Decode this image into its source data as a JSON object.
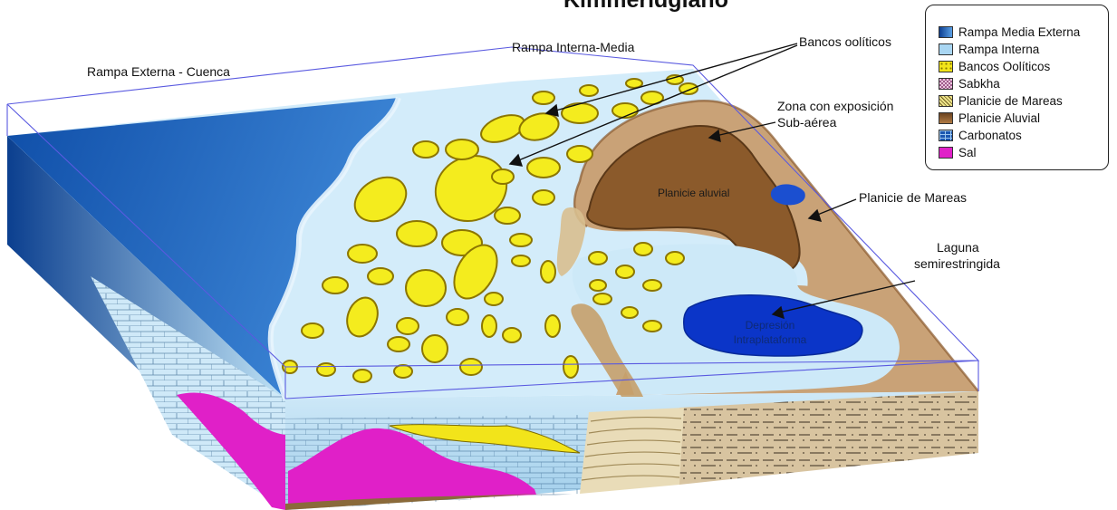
{
  "title": "Kimmeridgiano",
  "labels": {
    "rampa_externa": "Rampa Externa - Cuenca",
    "rampa_interna": "Rampa Interna-Media",
    "bancos": "Bancos oolíticos",
    "zona_line1": "Zona con exposición",
    "zona_line2": "Sub-aérea",
    "planicie_mareas": "Planicie de Mareas",
    "laguna_line1": "Laguna",
    "laguna_line2": "semirestringida",
    "planicie_aluvial": "Planicie aluvial",
    "depresion_line1": "Depresión",
    "depresion_line2": "Intraplataforma"
  },
  "legend": [
    {
      "label": "Rampa Media Externa",
      "color": "#1f63b8",
      "icon": "dark-blue-gradient-swatch"
    },
    {
      "label": "Rampa Interna",
      "color": "#a9d6f2",
      "icon": "light-blue-swatch"
    },
    {
      "label": "Bancos Oolíticos",
      "color": "#f2e41a",
      "icon": "yellow-dotted-swatch"
    },
    {
      "label": "Sabkha",
      "color": "#d9a3c8",
      "icon": "pink-checker-swatch"
    },
    {
      "label": "Planicie de Mareas",
      "color": "#e6df7a",
      "icon": "hatched-swatch"
    },
    {
      "label": "Planicie Aluvial",
      "color": "#8b5a2b",
      "icon": "brown-swatch"
    },
    {
      "label": "Carbonatos",
      "color": "#1b57b0",
      "icon": "brick-blue-swatch"
    },
    {
      "label": "Sal",
      "color": "#e020c8",
      "icon": "magenta-swatch"
    }
  ]
}
